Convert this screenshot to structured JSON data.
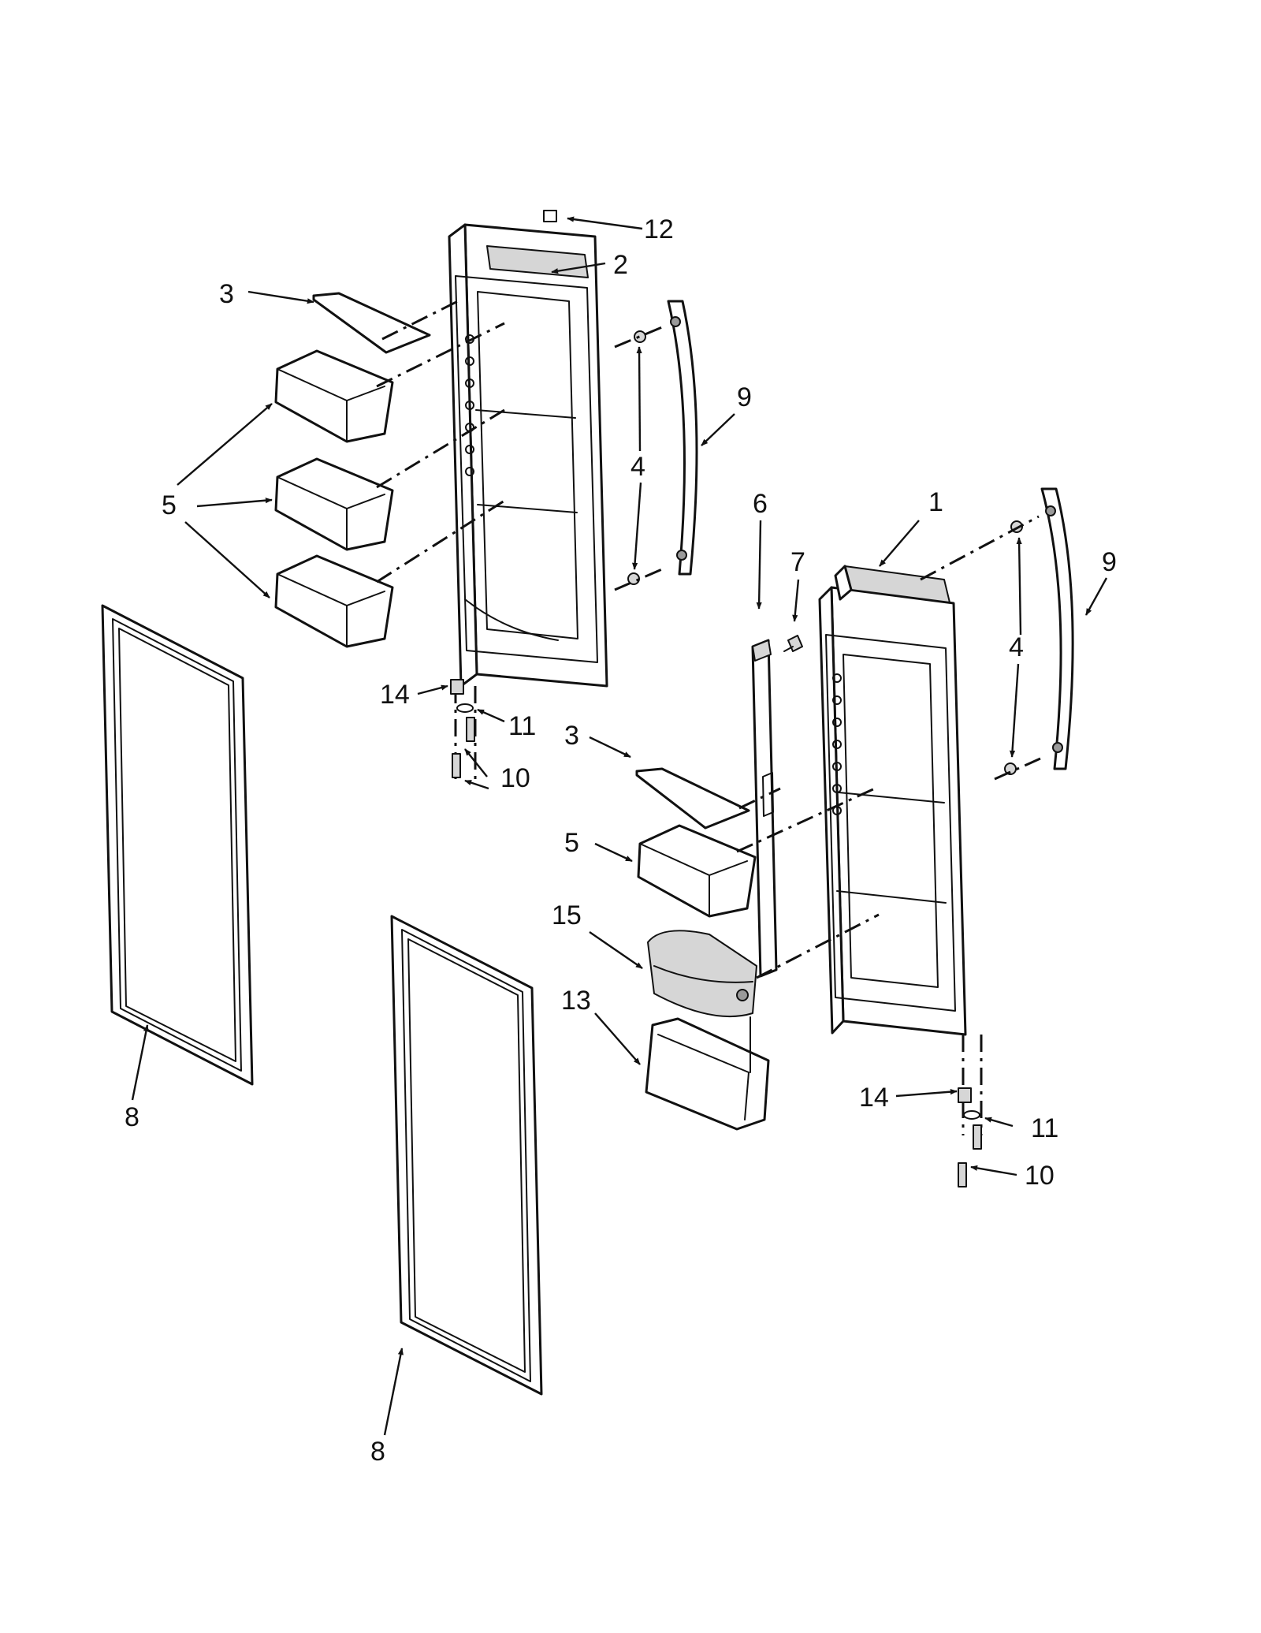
{
  "callouts": {
    "c1": "1",
    "c2": "2",
    "c3_left": "3",
    "c3_right": "3",
    "c4_left": "4",
    "c4_right": "4",
    "c5_left": "5",
    "c5_right": "5",
    "c6": "6",
    "c7": "7",
    "c8_left": "8",
    "c8_right": "8",
    "c9_left": "9",
    "c9_right": "9",
    "c10_left": "10",
    "c10_right": "10",
    "c11_left": "11",
    "c11_right": "11",
    "c12": "12",
    "c13": "13",
    "c14_left": "14",
    "c14_right": "14",
    "c15": "15"
  }
}
